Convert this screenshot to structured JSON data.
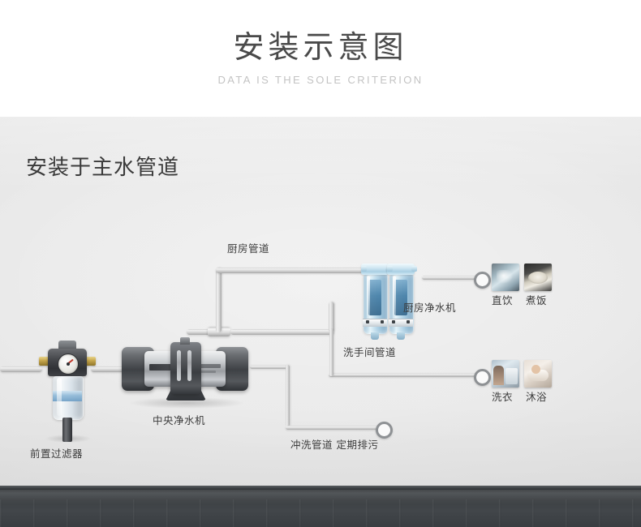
{
  "header": {
    "title": "安装示意图",
    "subtitle": "DATA IS THE SOLE CRITERION"
  },
  "scene": {
    "title": "安装于主水管道"
  },
  "labels": {
    "kitchen_pipe": "厨房管道",
    "bathroom_pipe": "洗手间管道",
    "flush_pipe": "冲洗管道 定期排污",
    "pre_filter": "前置过滤器",
    "central_purifier": "中央净水机",
    "kitchen_purifier": "厨房净水机"
  },
  "outputs": [
    {
      "name": "直饮",
      "icon": "water-glass-icon"
    },
    {
      "name": "煮饭",
      "icon": "rice-bowl-icon"
    },
    {
      "name": "洗衣",
      "icon": "washing-machine-icon"
    },
    {
      "name": "沐浴",
      "icon": "bathtub-icon"
    }
  ],
  "colors": {
    "wall": "#e9e9e9",
    "floor": "#3d4144",
    "pipe": "#d8d8d8",
    "title_text": "#4a4a4a",
    "subtitle_text": "#c3c3c3",
    "body_text": "#3c3c3c"
  }
}
